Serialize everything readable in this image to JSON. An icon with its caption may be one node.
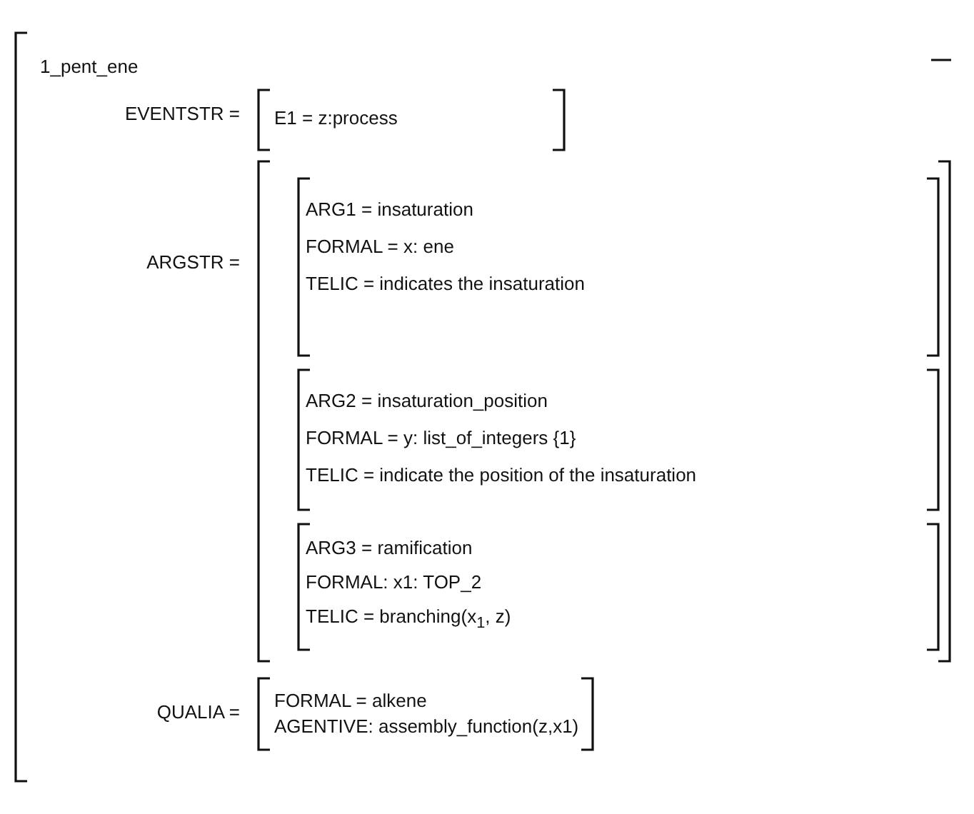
{
  "diagram": {
    "nodes": [
      {
        "text": [
          "1_pent_ene"
        ]
      },
      {
        "text": [
          "E1 = z:process"
        ],
        "beside": [
          "EVENTSTR ="
        ],
        "in": 0
      },
      {
        "text": [],
        "shape": "box",
        "beside": [
          "ARGSTR ="
        ],
        "in": 0
      },
      {
        "text": [
          "ARG1 = insaturation",
          "FORMAL = x: ene",
          "TELIC = indicates the insaturation"
        ],
        "in": 2
      },
      {
        "text": [
          "ARG2 = insaturation_position",
          "FORMAL = y: list_of_integers {1}",
          "TELIC  = indicate the position of the insaturation"
        ],
        "in": 2
      },
      {
        "text": [
          "ARG3 = ramification",
          "FORMAL: x1: TOP_2",
          "TELIC = branching(x$_{1}$, z)"
        ],
        "in": 2
      },
      {
        "text": [
          "FORMAL = alkene",
          "AGENTIVE: assembly_function(z,x1)"
        ],
        "beside": [
          "QUALIA ="
        ],
        "in": 0
      }
    ]
  }
}
